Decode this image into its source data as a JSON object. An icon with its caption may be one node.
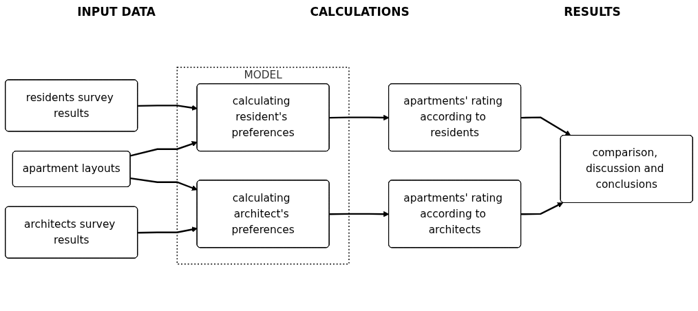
{
  "diagram": {
    "nodes": [
      {
        "text": [
          "residents survey results"
        ]
      },
      {
        "text": [
          "apartment layouts"
        ]
      },
      {
        "text": [
          "architects survey results"
        ]
      },
      {
        "text": [
          "MODEL"
        ]
      },
      {
        "text": [
          "calculating resident's preferences"
        ],
        "in": 3
      },
      {
        "text": [
          "calculating architect's preferences"
        ],
        "in": 3
      },
      {
        "text": [
          "apartments' rating according to residents"
        ]
      },
      {
        "text": [
          "apartments' rating according to architects"
        ]
      },
      {
        "text": [
          "comparison, discussion and conclusions"
        ]
      }
    ],
    "edges": [
      {
        "from": 0,
        "to": 4,
        "arrow": "to"
      },
      {
        "from": 1,
        "to": 4,
        "arrow": "to"
      },
      {
        "from": 1,
        "to": 5,
        "arrow": "to"
      },
      {
        "from": 2,
        "to": 5,
        "arrow": "to"
      },
      {
        "from": 4,
        "to": 6,
        "arrow": "to"
      },
      {
        "from": 5,
        "to": 7,
        "arrow": "to"
      },
      {
        "from": 6,
        "to": 8,
        "arrow": "to"
      },
      {
        "from": 7,
        "to": 8,
        "arrow": "to"
      }
    ],
    "labels": [
      "INPUT DATA",
      "CALCULATIONS",
      "RESULTS"
    ]
  }
}
